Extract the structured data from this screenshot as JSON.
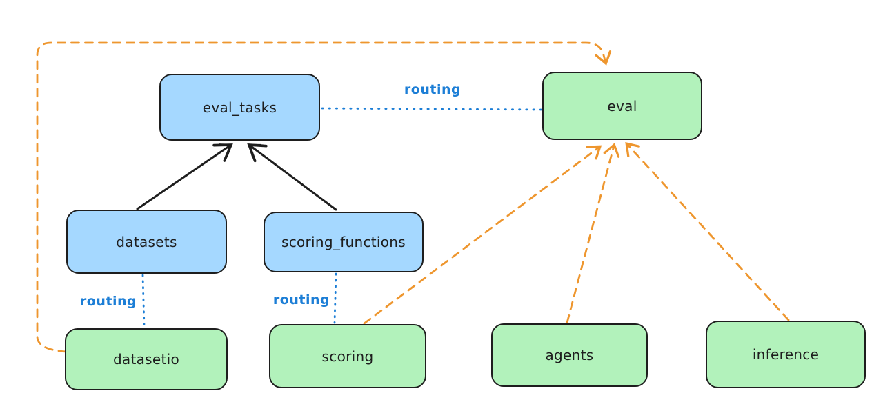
{
  "nodes": {
    "eval_tasks": {
      "label": "eval_tasks",
      "fill": "#a5d8ff"
    },
    "eval": {
      "label": "eval",
      "fill": "#b2f2bb"
    },
    "datasets": {
      "label": "datasets",
      "fill": "#a5d8ff"
    },
    "scoring_functions": {
      "label": "scoring_functions",
      "fill": "#a5d8ff"
    },
    "datasetio": {
      "label": "datasetio",
      "fill": "#b2f2bb"
    },
    "scoring": {
      "label": "scoring",
      "fill": "#b2f2bb"
    },
    "agents": {
      "label": "agents",
      "fill": "#b2f2bb"
    },
    "inference": {
      "label": "inference",
      "fill": "#b2f2bb"
    }
  },
  "edge_labels": {
    "eval_tasks_eval": "routing",
    "datasets_datasetio": "routing",
    "scoring_functions_scoring": "routing"
  },
  "edges": [
    {
      "from": "datasets",
      "to": "eval_tasks",
      "style": "solid",
      "arrow": true,
      "color": "#1e1e1e"
    },
    {
      "from": "scoring_functions",
      "to": "eval_tasks",
      "style": "solid",
      "arrow": true,
      "color": "#1e1e1e"
    },
    {
      "from": "eval_tasks",
      "to": "eval",
      "style": "dotted",
      "arrow": false,
      "color": "#1c7ed6",
      "label": "routing"
    },
    {
      "from": "datasets",
      "to": "datasetio",
      "style": "dotted",
      "arrow": false,
      "color": "#1c7ed6",
      "label": "routing"
    },
    {
      "from": "scoring_functions",
      "to": "scoring",
      "style": "dotted",
      "arrow": false,
      "color": "#1c7ed6",
      "label": "routing"
    },
    {
      "from": "datasetio",
      "to": "eval",
      "style": "dashed",
      "arrow": true,
      "color": "#ee962e",
      "route": "around-left-and-top"
    },
    {
      "from": "scoring",
      "to": "eval",
      "style": "dashed",
      "arrow": true,
      "color": "#ee962e"
    },
    {
      "from": "agents",
      "to": "eval",
      "style": "dashed",
      "arrow": true,
      "color": "#ee962e"
    },
    {
      "from": "inference",
      "to": "eval",
      "style": "dashed",
      "arrow": true,
      "color": "#ee962e"
    }
  ],
  "colors": {
    "background": "#ffffff",
    "node_stroke": "#1e1e1e",
    "blue_node_fill": "#a5d8ff",
    "green_node_fill": "#b2f2bb",
    "routing_blue": "#1c7ed6",
    "dashed_orange": "#ee962e",
    "text": "#1e1e1e"
  }
}
